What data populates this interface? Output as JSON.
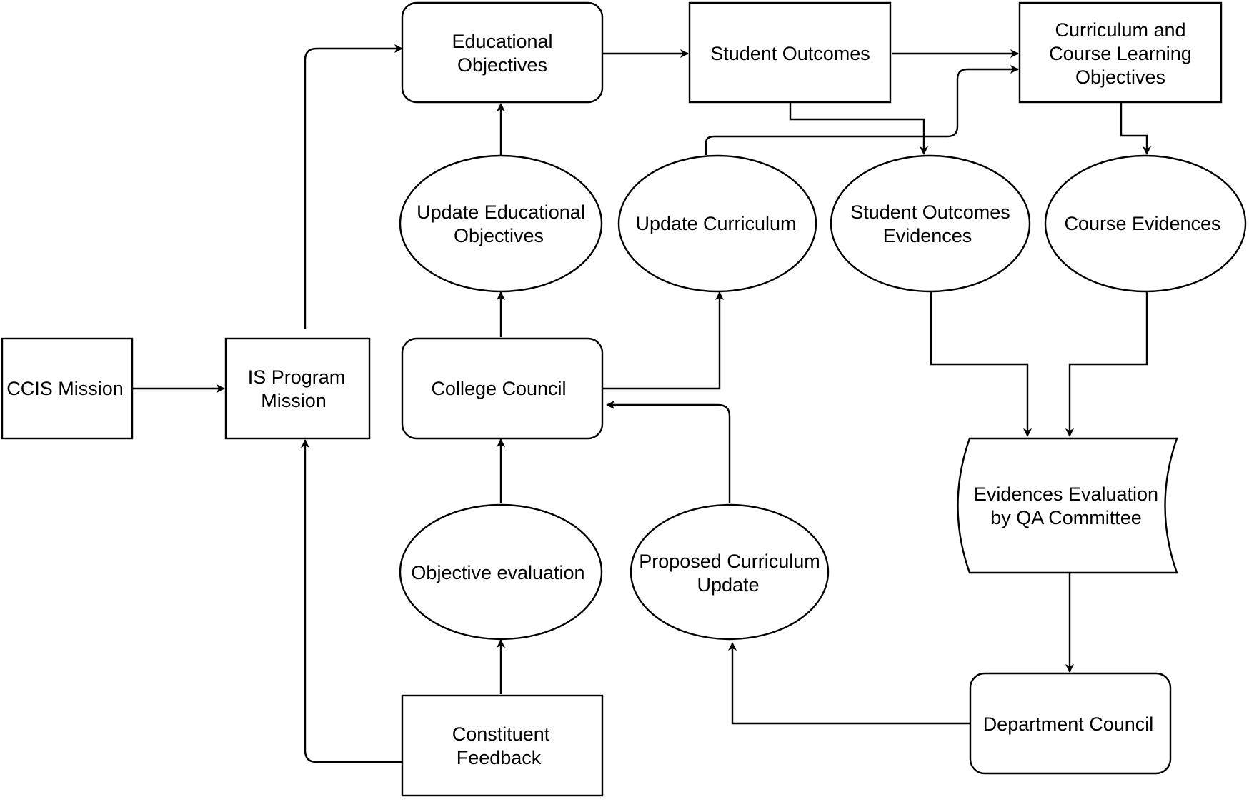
{
  "nodes": {
    "ccis_mission": [
      "CCIS Mission"
    ],
    "is_program_mission": [
      "IS Program",
      "Mission"
    ],
    "educational_objectives": [
      "Educational",
      "Objectives"
    ],
    "student_outcomes": [
      "Student Outcomes"
    ],
    "curriculum_objectives": [
      "Curriculum and",
      "Course Learning",
      "Objectives"
    ],
    "update_educational_objectives": [
      "Update Educational",
      "Objectives"
    ],
    "update_curriculum": [
      "Update Curriculum"
    ],
    "student_outcomes_evidences": [
      "Student Outcomes",
      "Evidences"
    ],
    "course_evidences": [
      "Course Evidences"
    ],
    "college_council": [
      "College Council"
    ],
    "evidences_evaluation": [
      "Evidences Evaluation",
      "by QA Committee"
    ],
    "objective_evaluation": [
      "Objective evaluation"
    ],
    "proposed_curriculum_update": [
      "Proposed Curriculum",
      "Update"
    ],
    "department_council": [
      "Department Council"
    ],
    "constituent_feedback": [
      "Constituent",
      "Feedback"
    ]
  }
}
